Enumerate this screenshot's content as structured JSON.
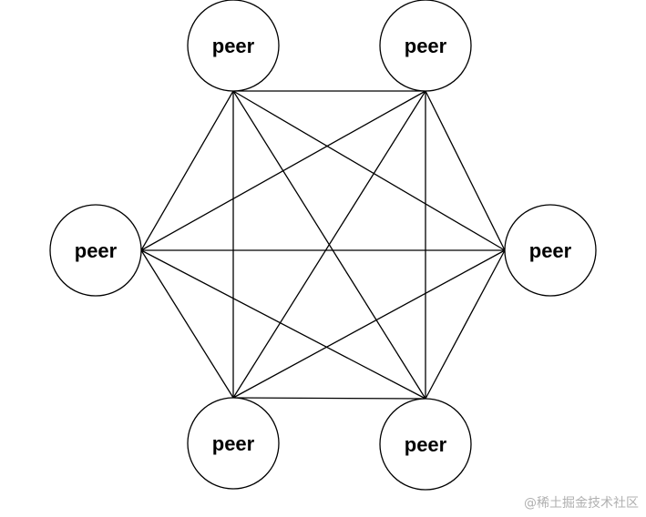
{
  "diagram": {
    "nodes": [
      {
        "id": "top-left",
        "label": "peer"
      },
      {
        "id": "top-right",
        "label": "peer"
      },
      {
        "id": "left",
        "label": "peer"
      },
      {
        "id": "right",
        "label": "peer"
      },
      {
        "id": "bottom-left",
        "label": "peer"
      },
      {
        "id": "bottom-right",
        "label": "peer"
      }
    ],
    "connectivity": "full-mesh"
  },
  "watermark": "@稀土掘金技术社区",
  "colors": {
    "stroke": "#000000",
    "background": "#ffffff",
    "watermark": "#b0b0b0"
  }
}
